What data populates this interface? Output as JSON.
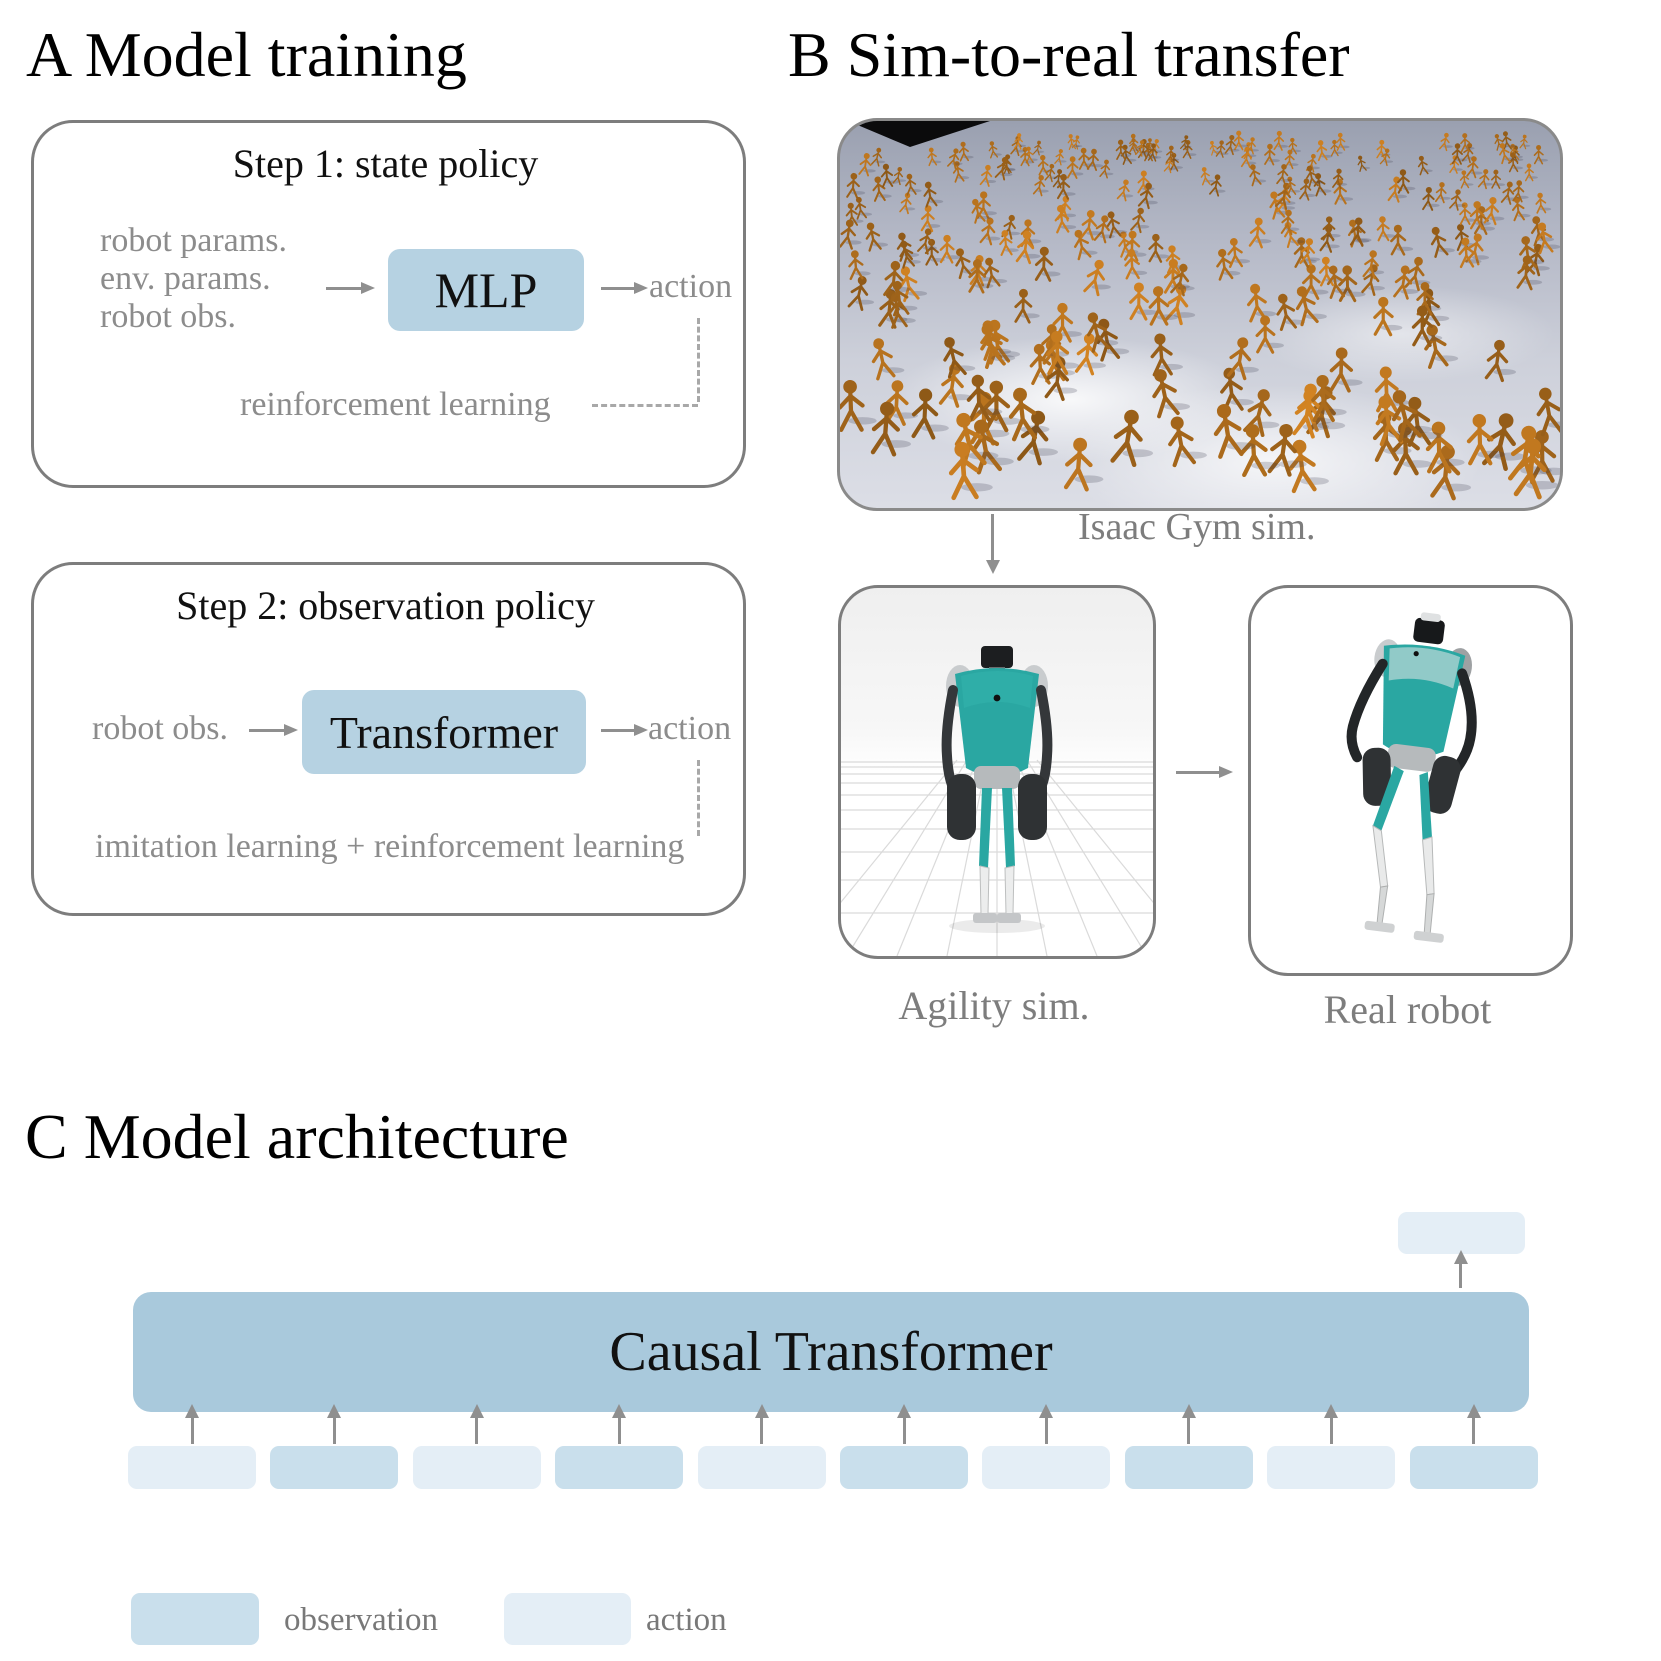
{
  "section_a": {
    "title": "A Model training",
    "step1": {
      "heading": "Step 1: state policy",
      "inputs": [
        "robot params.",
        "env. params.",
        "robot obs."
      ],
      "block": "MLP",
      "output": "action",
      "method": "reinforcement learning"
    },
    "step2": {
      "heading": "Step 2: observation policy",
      "inputs": [
        "robot obs."
      ],
      "block": "Transformer",
      "output": "action",
      "method": "imitation learning + reinforcement learning"
    }
  },
  "section_b": {
    "title": "B Sim-to-real transfer",
    "sim_caption": "Isaac Gym sim.",
    "panels": [
      {
        "caption": "Agility sim."
      },
      {
        "caption": "Real robot"
      }
    ]
  },
  "section_c": {
    "title": "C Model architecture",
    "block": "Causal Transformer",
    "tokens": [
      "action",
      "observation",
      "action",
      "observation",
      "action",
      "observation",
      "action",
      "observation",
      "action",
      "observation"
    ],
    "output_token": "action",
    "legend": [
      {
        "label": "observation",
        "color": "#c9dfec"
      },
      {
        "label": "action",
        "color": "#e4eef6"
      }
    ]
  },
  "colors": {
    "causal_transformer_block": "#a9c9dc",
    "small_block": "#b6d2e2",
    "observation": "#c9dfec",
    "action": "#e4eef6",
    "humanoid_orange": "#c8791c",
    "robot_teal": "#2aa7a2"
  }
}
